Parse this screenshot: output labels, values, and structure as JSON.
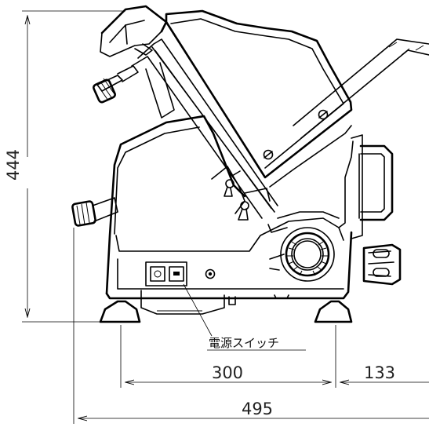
{
  "dimensions": {
    "height": "444",
    "depth_left": "300",
    "depth_right": "133",
    "overall_width": "495"
  },
  "callout": {
    "power_switch_label": "電源スイッチ"
  }
}
